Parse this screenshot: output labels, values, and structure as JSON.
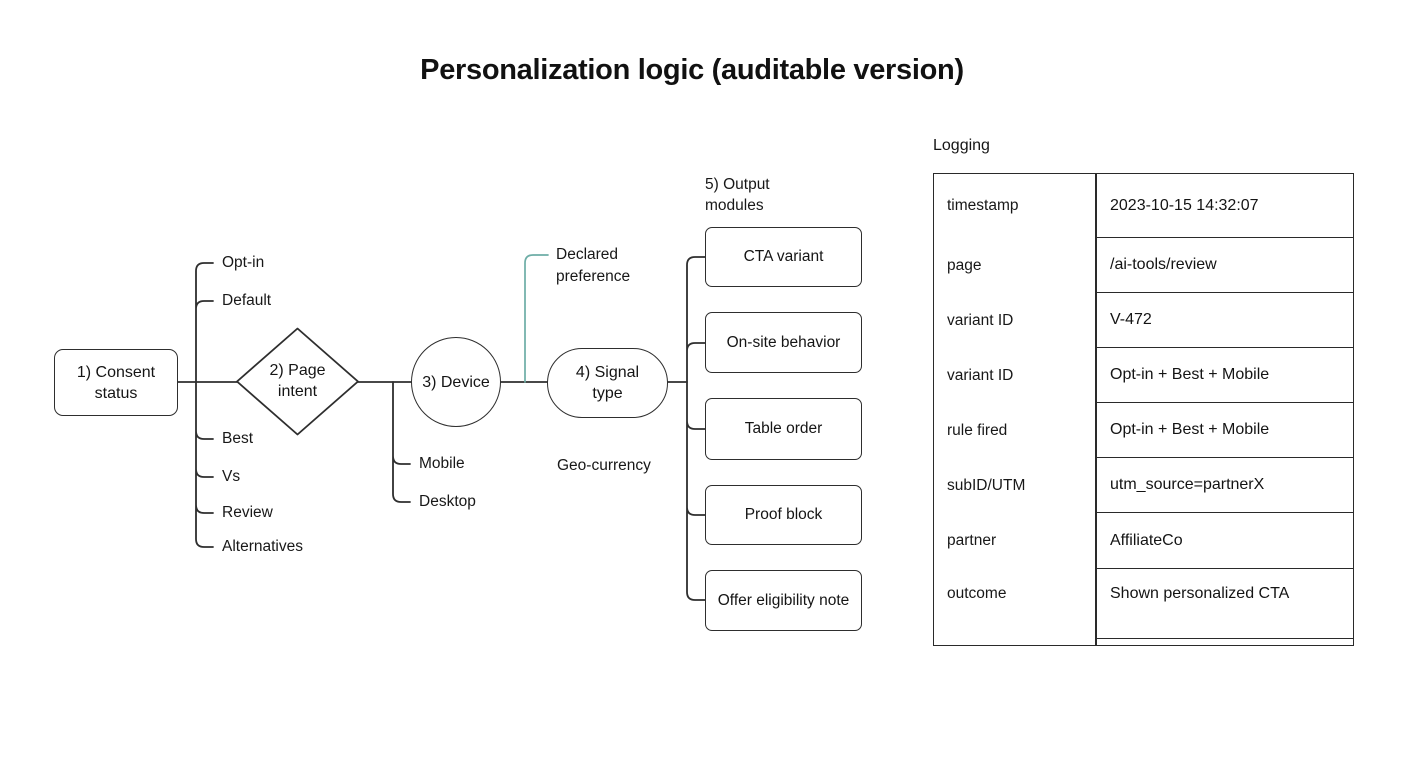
{
  "title": "Personalization logic (auditable version)",
  "colors": {
    "accent_teal": "#6dada6",
    "line": "#2e2e2e"
  },
  "flow": {
    "nodes": {
      "consent": "1) Consent status",
      "page_intent": "2) Page intent",
      "device": "3) Device",
      "signal": "4) Signal type",
      "outputs_label": "5) Output modules"
    },
    "consent_branches": [
      "Opt-in",
      "Default"
    ],
    "intent_branches": [
      "Best",
      "Vs",
      "Review",
      "Alternatives"
    ],
    "device_branches": [
      "Mobile",
      "Desktop"
    ],
    "signal_branches": [
      "Declared preference",
      "Geo-currency"
    ],
    "output_modules": [
      "CTA variant",
      "On-site behavior",
      "Table order",
      "Proof block",
      "Offer eligibility note"
    ]
  },
  "logging": {
    "title": "Logging",
    "rows": [
      {
        "label": "timestamp",
        "value": "2023-10-15 14:32:07"
      },
      {
        "label": "page",
        "value": "/ai-tools/review"
      },
      {
        "label": "variant ID",
        "value": "V-472"
      },
      {
        "label": "variant ID",
        "value": "Opt-in + Best + Mobile"
      },
      {
        "label": "rule fired",
        "value": "Opt-in + Best + Mobile"
      },
      {
        "label": "subID/UTM",
        "value": "utm_source=partnerX"
      },
      {
        "label": "partner",
        "value": "AffiliateCo"
      },
      {
        "label": "outcome",
        "value": "Shown personalized CTA"
      }
    ]
  }
}
